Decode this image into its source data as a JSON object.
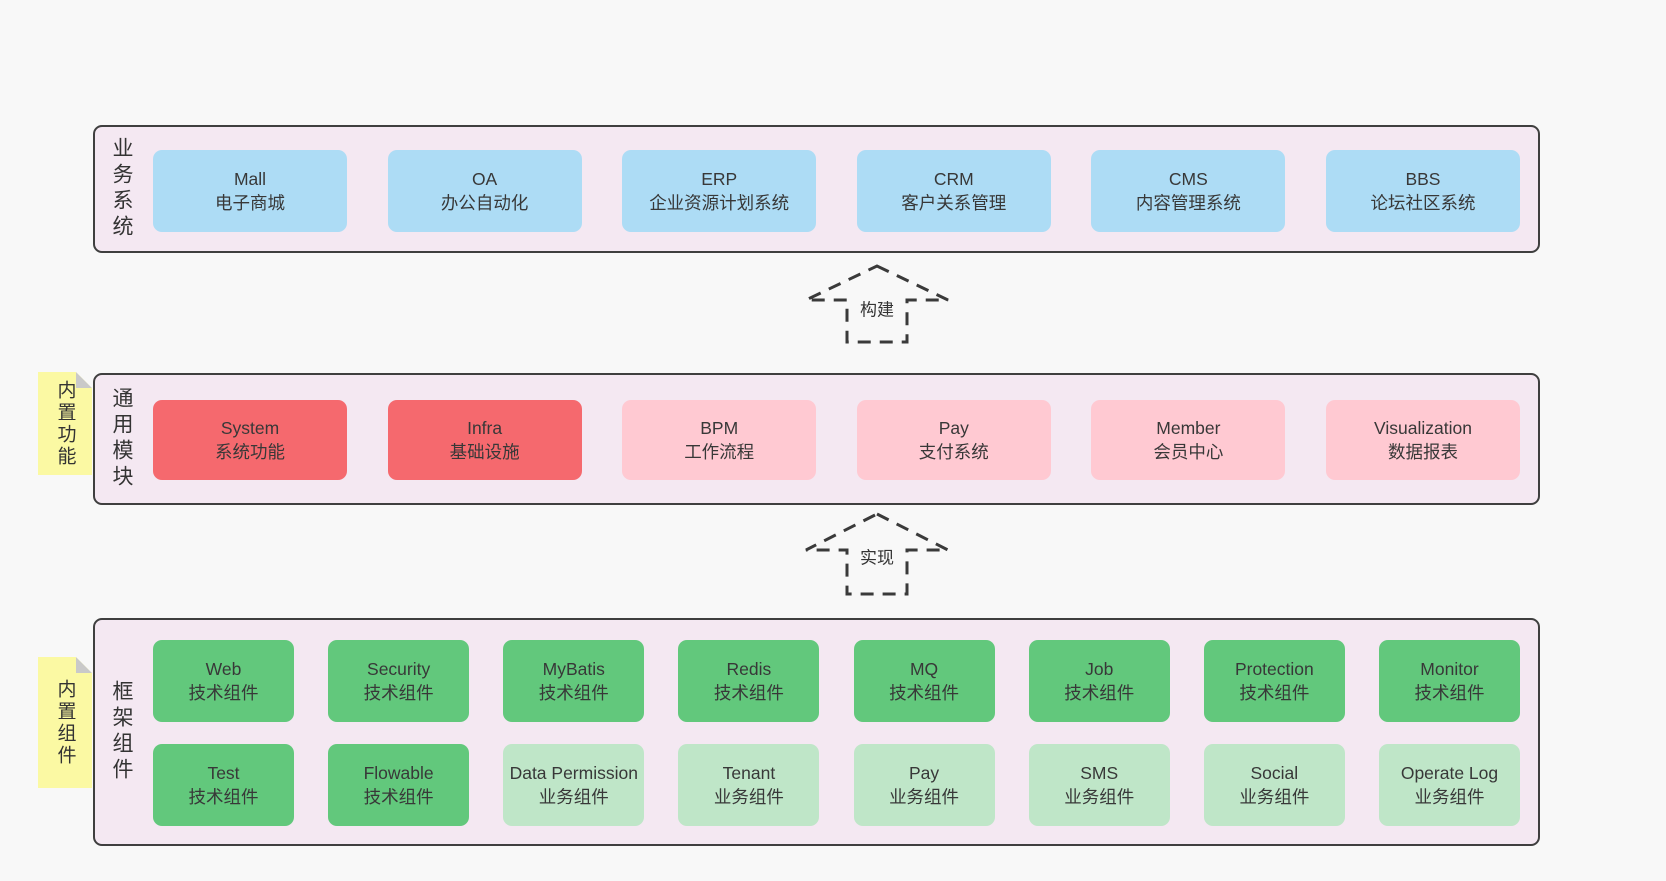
{
  "diagram": {
    "bands": [
      {
        "label": "业务系统",
        "rows": [
          [
            {
              "name": "Mall",
              "desc": "电子商城",
              "variant": "blue"
            },
            {
              "name": "OA",
              "desc": "办公自动化",
              "variant": "blue"
            },
            {
              "name": "ERP",
              "desc": "企业资源计划系统",
              "variant": "blue"
            },
            {
              "name": "CRM",
              "desc": "客户关系管理",
              "variant": "blue"
            },
            {
              "name": "CMS",
              "desc": "内容管理系统",
              "variant": "blue"
            },
            {
              "name": "BBS",
              "desc": "论坛社区系统",
              "variant": "blue"
            }
          ]
        ]
      },
      {
        "label": "通用模块",
        "sticky": "内置功能",
        "rows": [
          [
            {
              "name": "System",
              "desc": "系统功能",
              "variant": "red"
            },
            {
              "name": "Infra",
              "desc": "基础设施",
              "variant": "red"
            },
            {
              "name": "BPM",
              "desc": "工作流程",
              "variant": "pink"
            },
            {
              "name": "Pay",
              "desc": "支付系统",
              "variant": "pink"
            },
            {
              "name": "Member",
              "desc": "会员中心",
              "variant": "pink"
            },
            {
              "name": "Visualization",
              "desc": "数据报表",
              "variant": "pink"
            }
          ]
        ]
      },
      {
        "label": "框架组件",
        "sticky": "内置组件",
        "rows": [
          [
            {
              "name": "Web",
              "desc": "技术组件",
              "variant": "green_dark"
            },
            {
              "name": "Security",
              "desc": "技术组件",
              "variant": "green_dark"
            },
            {
              "name": "MyBatis",
              "desc": "技术组件",
              "variant": "green_dark"
            },
            {
              "name": "Redis",
              "desc": "技术组件",
              "variant": "green_dark"
            },
            {
              "name": "MQ",
              "desc": "技术组件",
              "variant": "green_dark"
            },
            {
              "name": "Job",
              "desc": "技术组件",
              "variant": "green_dark"
            },
            {
              "name": "Protection",
              "desc": "技术组件",
              "variant": "green_dark"
            },
            {
              "name": "Monitor",
              "desc": "技术组件",
              "variant": "green_dark"
            }
          ],
          [
            {
              "name": "Test",
              "desc": "技术组件",
              "variant": "green_dark"
            },
            {
              "name": "Flowable",
              "desc": "技术组件",
              "variant": "green_dark"
            },
            {
              "name": "Data Permission",
              "desc": "业务组件",
              "variant": "green_light"
            },
            {
              "name": "Tenant",
              "desc": "业务组件",
              "variant": "green_light"
            },
            {
              "name": "Pay",
              "desc": "业务组件",
              "variant": "green_light"
            },
            {
              "name": "SMS",
              "desc": "业务组件",
              "variant": "green_light"
            },
            {
              "name": "Social",
              "desc": "业务组件",
              "variant": "green_light"
            },
            {
              "name": "Operate Log",
              "desc": "业务组件",
              "variant": "green_light"
            }
          ]
        ]
      }
    ],
    "arrows": [
      {
        "label": "构建"
      },
      {
        "label": "实现"
      }
    ],
    "colors": {
      "page_bg": "#f8f8f8",
      "band_bg": "#f4e8f2",
      "line": "#3f3f3f",
      "text": "#3a3a3a",
      "blue": "#addcf5",
      "red": "#f5696e",
      "pink": "#ffc9d2",
      "green_dark": "#62c87c",
      "green_light": "#bfe6c8",
      "note_yellow": "#fbf9a3",
      "note_fold": "#c9c9c9"
    }
  }
}
